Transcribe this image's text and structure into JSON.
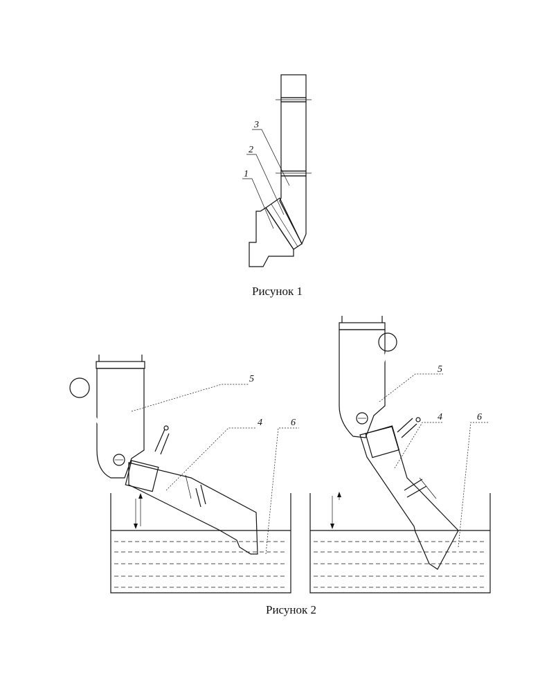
{
  "figure1": {
    "caption": "Рисунок 1",
    "labels": [
      "1",
      "2",
      "3"
    ]
  },
  "figure2": {
    "caption": "Рисунок 2",
    "labels": [
      "5",
      "4",
      "6"
    ]
  }
}
